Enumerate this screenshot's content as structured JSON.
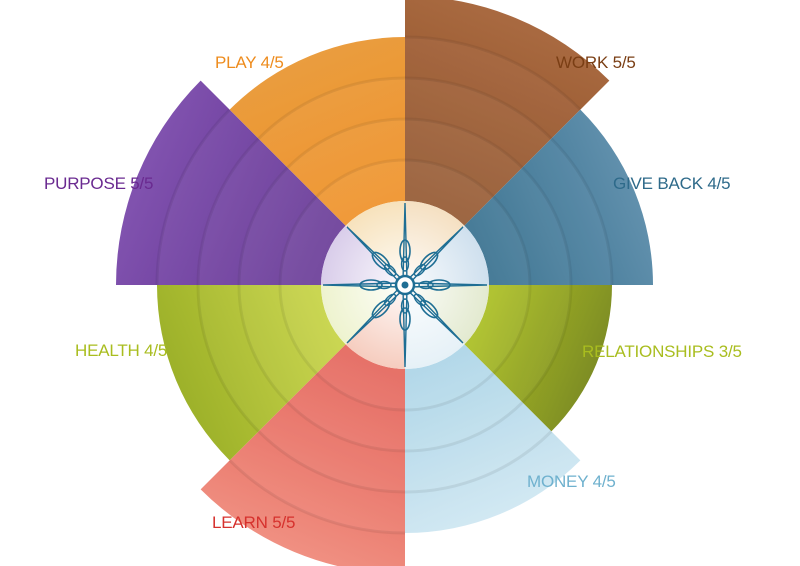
{
  "wheel": {
    "max_score": 5,
    "segments": [
      {
        "name": "WORK",
        "score_text": "5/5",
        "score": 5,
        "color": "#8B4A1F",
        "color_light": "#A8673E"
      },
      {
        "name": "GIVE BACK",
        "score_text": "4/5",
        "score": 4,
        "color": "#2E6A8A",
        "color_light": "#6A97B4"
      },
      {
        "name": "RELATIONSHIPS",
        "score_text": "3/5",
        "score": 3,
        "color": "#A9BD1F",
        "color_light": "#5E6A20"
      },
      {
        "name": "MONEY",
        "score_text": "4/5",
        "score": 4,
        "color": "#A9D3E6",
        "color_light": "#DCEEF6"
      },
      {
        "name": "LEARN",
        "score_text": "5/5",
        "score": 5,
        "color": "#E2574C",
        "color_light": "#F08E80"
      },
      {
        "name": "HEALTH",
        "score_text": "4/5",
        "score": 4,
        "color": "#C3D03A",
        "color_light": "#92A821"
      },
      {
        "name": "PURPOSE",
        "score_text": "5/5",
        "score": 5,
        "color": "#5C2A8E",
        "color_light": "#7F50AE"
      },
      {
        "name": "PLAY",
        "score_text": "4/5",
        "score": 4,
        "color": "#EE8C1E",
        "color_light": "#E9A044"
      }
    ],
    "label_colors": [
      "#7A3E14",
      "#2E6A8A",
      "#A9BD1F",
      "#6FB1CE",
      "#D6312D",
      "#A9BD1F",
      "#6A2A90",
      "#EE8C1E"
    ],
    "hub_colors": [
      "#F5E0C2",
      "#CFE0EE",
      "#E3EAD0",
      "#E6F1F7",
      "#F6CDBF",
      "#EEF3CF",
      "#D9CDEA",
      "#F7E2BC"
    ],
    "compass_color": "#1E6E94"
  }
}
